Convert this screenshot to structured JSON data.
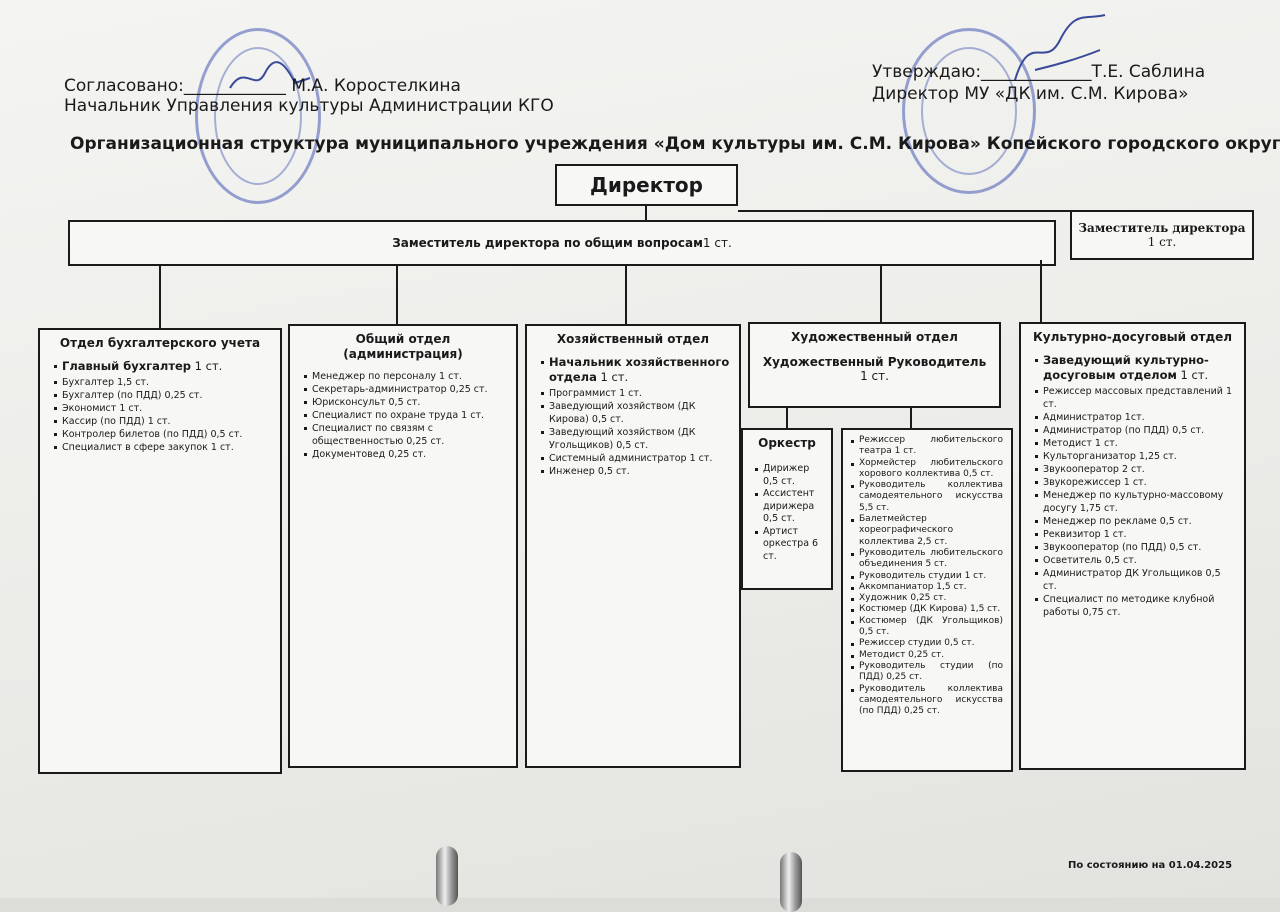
{
  "header": {
    "approved_left_line1": "Согласовано:____________ М.А. Коростелкина",
    "approved_left_line2": "Начальник Управления культуры Администрации КГО",
    "approved_right_line1": "Утверждаю:_____________Т.Е. Саблина",
    "approved_right_line2": "Директор МУ «ДК им. С.М. Кирова»"
  },
  "title": "Организационная структура муниципального учреждения «Дом культуры им. С.М. Кирова» Копейского городского округа",
  "director": "Директор",
  "deputy_general": {
    "label": "Заместитель директора по общим вопросам",
    "rate": " 1 ст."
  },
  "deputy_director": {
    "label": "Заместитель директора",
    "rate": "1 ст."
  },
  "departments": {
    "accounting": {
      "title": "Отдел бухгалтерского учета",
      "head_bold": "Главный бухгалтер",
      "head_rate": " 1 ст.",
      "items": [
        "Бухгалтер 1,5 ст.",
        "Бухгалтер (по ПДД) 0,25 ст.",
        "Экономист 1 ст.",
        "Кассир (по ПДД) 1 ст.",
        "Контролер билетов (по ПДД)  0,5 ст.",
        "Специалист в сфере закупок  1 ст."
      ]
    },
    "general": {
      "title": "Общий отдел (администрация)",
      "items": [
        "Менеджер по персоналу  1 ст.",
        "Секретарь-администратор 0,25 ст.",
        "Юрисконсульт 0,5 ст.",
        "Специалист по охране труда 1 ст.",
        "Специалист по связям с общественностью 0,25 ст.",
        "Документовед 0,25 ст."
      ]
    },
    "household": {
      "title": "Хозяйственный отдел",
      "head_bold": "Начальник хозяйственного отдела",
      "head_rate": " 1 ст.",
      "items": [
        "Программист 1 ст.",
        "Заведующий хозяйством (ДК Кирова) 0,5 ст.",
        "Заведующий хозяйством (ДК Угольщиков) 0,5 ст.",
        "Системный администратор 1 ст.",
        "Инженер 0,5 ст."
      ]
    },
    "art": {
      "title": "Художественный отдел",
      "head_bold": "Художественный Руководитель",
      "head_rate": " 1 ст.",
      "orchestra": {
        "title": "Оркестр",
        "items": [
          "Дирижер 0,5 ст.",
          "Ассистент дирижера 0,5 ст.",
          "Артист оркестра 6 ст."
        ]
      },
      "studios": [
        "Режиссер любительского театра 1 ст.",
        "Хормейстер любительского хорового коллектива 0,5 ст.",
        "Руководитель коллектива самодеятельного искусства 5,5 ст.",
        "Балетмейстер хореографического коллектива 2,5 ст.",
        "Руководитель любительского объединения 5 ст.",
        "Руководитель студии 1 ст.",
        "Аккомпаниатор 1,5 ст.",
        "Художник 0,25 ст.",
        "Костюмер (ДК Кирова) 1,5 ст.",
        "Костюмер (ДК Угольщиков) 0,5 ст.",
        "Режиссер студии 0,5 ст.",
        "Методист 0,25 ст.",
        "Руководитель студии (по ПДД) 0,25 ст.",
        "Руководитель коллектива самодеятельного искусства (по ПДД) 0,25 ст."
      ]
    },
    "leisure": {
      "title": "Культурно-досуговый отдел",
      "head_bold": "Заведующий культурно-досуговым отделом",
      "head_rate": " 1 ст.",
      "items": [
        "Режиссер массовых представлений 1 ст.",
        "Администратор 1ст.",
        "Администратор (по ПДД) 0,5 ст.",
        "Методист 1 ст.",
        "Культорганизатор 1,25 ст.",
        "Звукооператор 2 ст.",
        "Звукорежиссер 1 ст.",
        "Менеджер по культурно-массовому досугу 1,75 ст.",
        "Менеджер по рекламе 0,5 ст.",
        "Реквизитор 1 ст.",
        "Звукооператор (по ПДД) 0,5 ст.",
        "Осветитель 0,5 ст.",
        "Администратор ДК Угольщиков 0,5 ст.",
        "Специалист по методике клубной работы 0,75 ст."
      ]
    }
  },
  "footer": "По состоянию на 01.04.2025",
  "colors": {
    "ink": "#1a1a1a",
    "stamp": "#465ab4",
    "paper": "#f4f4f2"
  },
  "icons": [
    "stamp-seal-icon",
    "signature-icon",
    "binder-ring-icon"
  ]
}
